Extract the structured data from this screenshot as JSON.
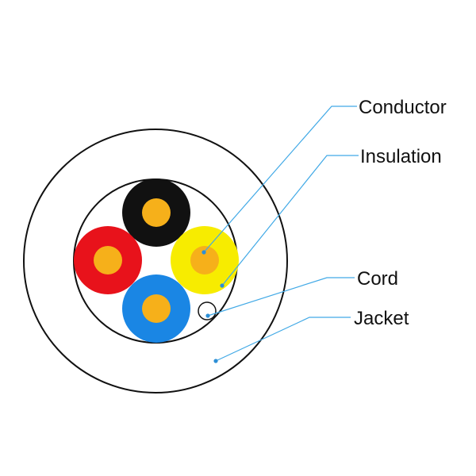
{
  "diagram": {
    "labels": {
      "conductor": "Conductor",
      "insulation": "Insulation",
      "cord": "Cord",
      "jacket": "Jacket"
    },
    "colors": {
      "background": "#ffffff",
      "outline": "#111111",
      "conductor": "#f6b01a",
      "insulation_black": "#111111",
      "insulation_red": "#e8121b",
      "insulation_yellow": "#f7ec00",
      "insulation_blue": "#1a86e4",
      "leader_line": "#41a9e6"
    },
    "cores": [
      "black",
      "red",
      "yellow",
      "blue"
    ]
  }
}
